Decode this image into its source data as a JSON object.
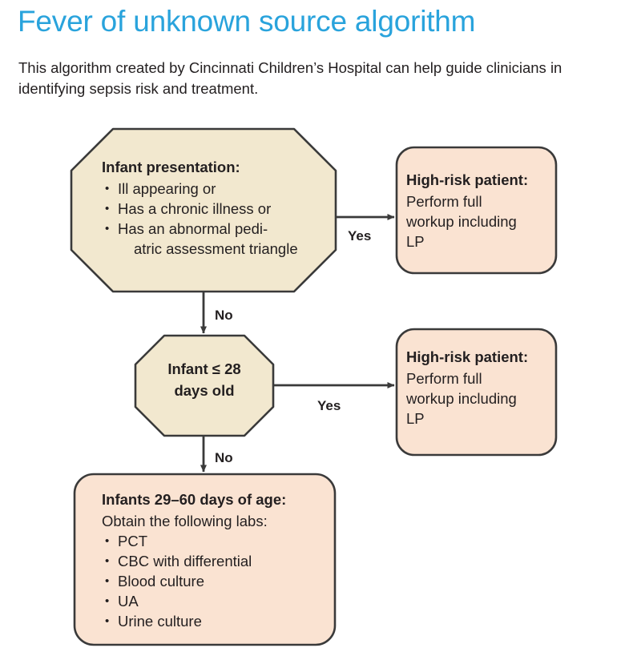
{
  "header": {
    "title": "Fever of unknown source algorithm",
    "intro": "This algorithm created by Cincinnati Children’s Hospital can help guide clinicians in identifying sepsis risk and treatment.",
    "title_color": "#29a3dc"
  },
  "colors": {
    "decision_fill": "#f2e8cf",
    "action_fill": "#fae3d2",
    "stroke": "#3a3a3a",
    "text": "#231f20",
    "accent": "#29a3dc"
  },
  "flow": {
    "nodes": {
      "infant_presentation": {
        "shape": "octagon",
        "title": "Infant presentation:",
        "bullets": [
          "Ill appearing or",
          "Has a chronic illness or",
          "Has an abnormal pedi-"
        ],
        "bullet_continuation": "atric assessment triangle"
      },
      "high_risk_1": {
        "shape": "rounded-rect",
        "title": "High-risk patient:",
        "lines": [
          "Perform full",
          "workup including",
          "LP"
        ]
      },
      "infant_28_days": {
        "shape": "octagon",
        "lines": [
          "Infant ≤ 28",
          "days old"
        ]
      },
      "high_risk_2": {
        "shape": "rounded-rect",
        "title": "High-risk patient:",
        "lines": [
          "Perform full",
          "workup including",
          "LP"
        ]
      },
      "infants_29_60": {
        "shape": "rounded-rect",
        "title": "Infants 29–60 days of age:",
        "subtitle": "Obtain the following labs:",
        "bullets": [
          "PCT",
          "CBC with differential",
          "Blood culture",
          "UA",
          "Urine culture"
        ]
      }
    },
    "edges": [
      {
        "id": "yes-1",
        "label": "Yes",
        "from": "infant_presentation",
        "to": "high_risk_1"
      },
      {
        "id": "no-1",
        "label": "No",
        "from": "infant_presentation",
        "to": "infant_28_days"
      },
      {
        "id": "yes-2",
        "label": "Yes",
        "from": "infant_28_days",
        "to": "high_risk_2"
      },
      {
        "id": "no-2",
        "label": "No",
        "from": "infant_28_days",
        "to": "infants_29_60"
      }
    ]
  }
}
